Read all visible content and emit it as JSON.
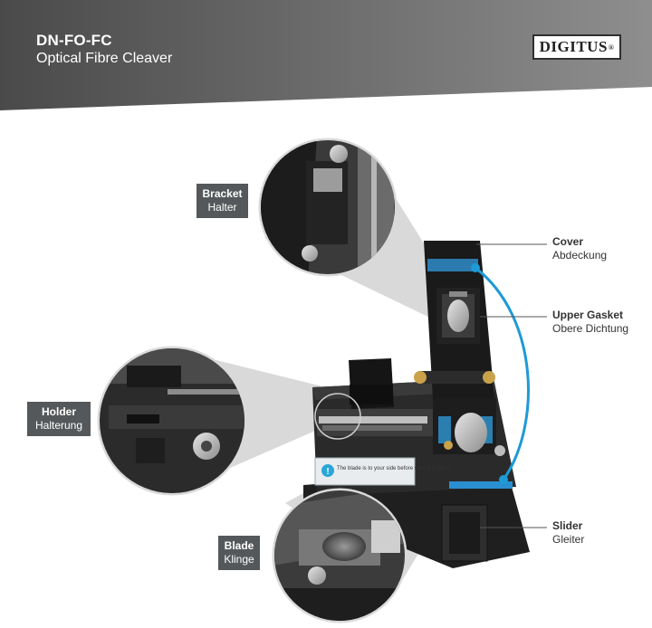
{
  "header": {
    "model": "DN-FO-FC",
    "product_name": "Optical Fibre Cleaver",
    "brand": "DIGITUS",
    "registered_mark": "®"
  },
  "device": {
    "warning_label": "The blade is to your side before setting a fiber !"
  },
  "labels": {
    "bracket": {
      "en": "Bracket",
      "de": "Halter"
    },
    "holder": {
      "en": "Holder",
      "de": "Halterung"
    },
    "blade": {
      "en": "Blade",
      "de": "Klinge"
    },
    "cover": {
      "en": "Cover",
      "de": "Abdeckung"
    },
    "upper_gasket": {
      "en": "Upper Gasket",
      "de": "Obere Dichtung"
    },
    "slider": {
      "en": "Slider",
      "de": "Gleiter"
    }
  },
  "colors": {
    "banner_dark": "#4a4a4a",
    "banner_light": "#8e8e8e",
    "tag_bg": "#55585a",
    "accent_blue": "#1e9ad6",
    "callout_text": "#333333"
  }
}
